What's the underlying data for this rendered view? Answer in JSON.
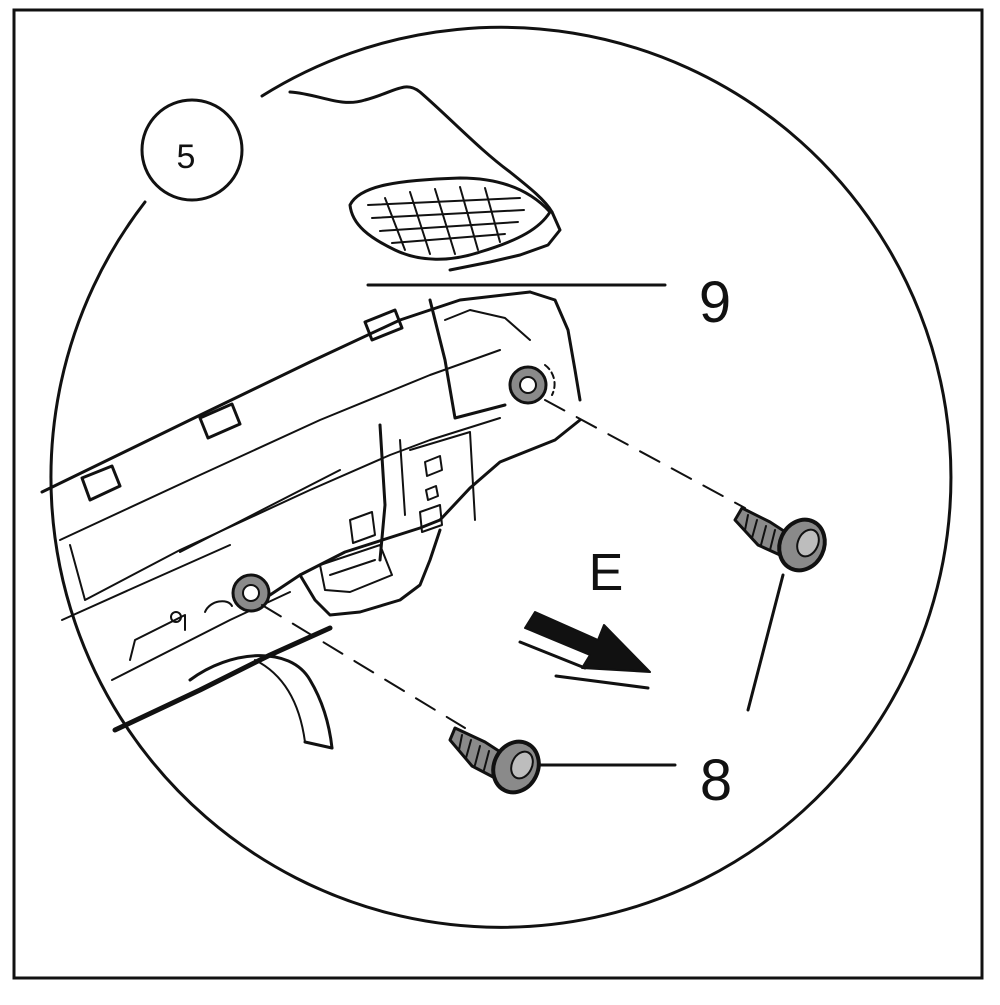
{
  "step_badge": "5",
  "labels": {
    "part_9": "9",
    "part_8": "8",
    "direction": "E"
  },
  "colors": {
    "ink": "#111111",
    "screw_fill": "#8a8a8a",
    "background": "#ffffff"
  }
}
